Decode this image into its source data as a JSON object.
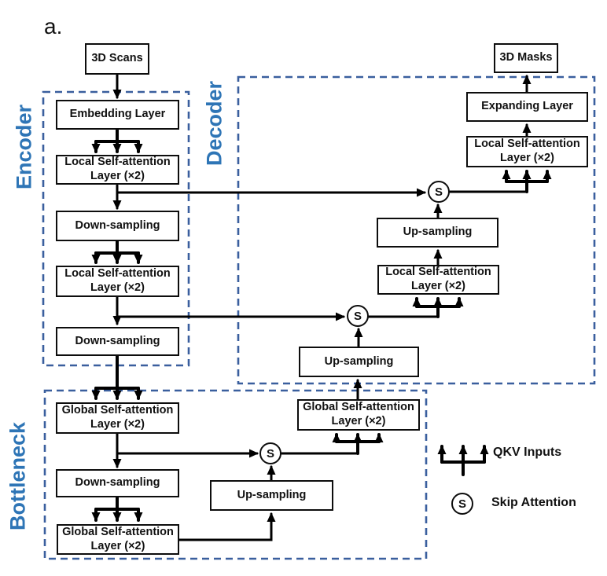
{
  "figure_label": "a.",
  "regions": {
    "encoder": {
      "label": "Encoder"
    },
    "decoder": {
      "label": "Decoder"
    },
    "bottleneck": {
      "label": "Bottleneck"
    }
  },
  "boxes": {
    "scans": {
      "label": "3D Scans"
    },
    "masks": {
      "label": "3D Masks"
    },
    "embedding": {
      "label": "Embedding Layer"
    },
    "expanding": {
      "label": "Expanding Layer"
    },
    "local_sa": {
      "line1": "Local Self-attention",
      "line2": "Layer (×2)"
    },
    "global_sa": {
      "line1": "Global Self-attention",
      "line2": "Layer (×2)"
    },
    "down_sampling": {
      "label": "Down-sampling"
    },
    "up_sampling": {
      "label": "Up-sampling"
    }
  },
  "skip_node": {
    "symbol": "S"
  },
  "legend": {
    "qkv_label": "QKV Inputs",
    "skip_label": "Skip Attention",
    "skip_symbol": "S"
  },
  "colors": {
    "region_border": "#3a5f9e",
    "region_label": "#2e75b6",
    "connector": "#000000"
  }
}
